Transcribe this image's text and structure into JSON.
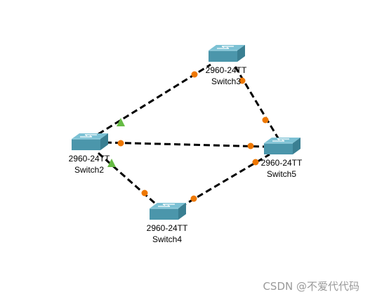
{
  "colors": {
    "link": "#000000",
    "port_down": "#ee7700",
    "port_up": "#66bb44",
    "switch_top": "#7cc1d4",
    "switch_front": "#4b96ab",
    "switch_side": "#3a7f92",
    "label": "#000000",
    "watermark": "#9a9a9a"
  },
  "devices": [
    {
      "id": "switch3",
      "model": "2960-24TT",
      "name": "Switch3",
      "icon": "switch-icon"
    },
    {
      "id": "switch2",
      "model": "2960-24TT",
      "name": "Switch2",
      "icon": "switch-icon"
    },
    {
      "id": "switch5",
      "model": "2960-24TT",
      "name": "Switch5",
      "icon": "switch-icon"
    },
    {
      "id": "switch4",
      "model": "2960-24TT",
      "name": "Switch4",
      "icon": "switch-icon"
    }
  ],
  "links": [
    {
      "from": "switch2",
      "to": "switch3",
      "from_port": "up",
      "to_port": "down"
    },
    {
      "from": "switch3",
      "to": "switch5",
      "from_port": "down",
      "to_port": "down"
    },
    {
      "from": "switch2",
      "to": "switch5",
      "from_port": "down",
      "to_port": "down"
    },
    {
      "from": "switch2",
      "to": "switch4",
      "from_port": "up",
      "to_port": "down"
    },
    {
      "from": "switch4",
      "to": "switch5",
      "from_port": "down",
      "to_port": "down"
    }
  ],
  "watermark": "CSDN @不爱代代码"
}
